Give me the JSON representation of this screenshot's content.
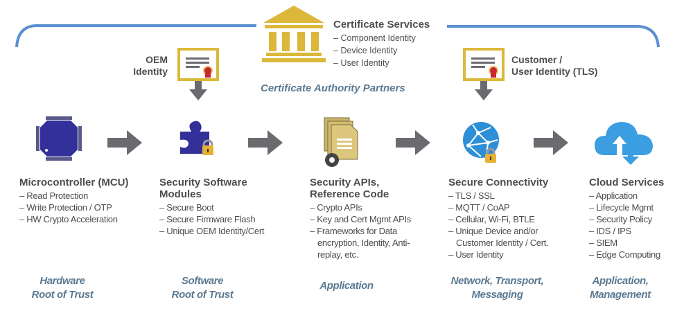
{
  "certificate_services": {
    "title": "Certificate Services",
    "items": [
      "Component Identity",
      "Device Identity",
      "User Identity"
    ],
    "icon": "bank-building-icon"
  },
  "ca_partners_label": "Certificate Authority Partners",
  "oem_identity": {
    "label_line1": "OEM",
    "label_line2": "Identity",
    "icon": "certificate-icon"
  },
  "customer_identity": {
    "label_line1": "Customer /",
    "label_line2": "User Identity (TLS)",
    "icon": "certificate-icon"
  },
  "stages": [
    {
      "icon": "microcontroller-chip-icon",
      "title_lines": [
        "Microcontroller (MCU)"
      ],
      "items": [
        "Read Protection",
        "Write Protection / OTP",
        "HW Crypto Acceleration"
      ],
      "category_lines": [
        "Hardware",
        "Root of Trust"
      ]
    },
    {
      "icon": "puzzle-lock-icon",
      "title_lines": [
        "Security Software",
        "Modules"
      ],
      "items": [
        "Secure Boot",
        "Secure Firmware Flash",
        "Unique OEM Identity/Cert"
      ],
      "category_lines": [
        "Software",
        "Root of Trust"
      ]
    },
    {
      "icon": "documents-gear-icon",
      "title_lines": [
        "Security APIs,",
        "Reference Code"
      ],
      "items": [
        "Crypto APIs",
        "Key and Cert Mgmt APIs",
        "Frameworks for Data encryption, Identity, Anti-replay, etc."
      ],
      "category_lines": [
        "Application"
      ]
    },
    {
      "icon": "network-globe-lock-icon",
      "title_lines": [
        "Secure Connectivity"
      ],
      "items": [
        "TLS / SSL",
        "MQTT / CoAP",
        "Cellular, Wi-Fi, BTLE",
        "Unique Device and/or Customer Identity / Cert.",
        "User Identity"
      ],
      "category_lines": [
        "Network, Transport,",
        "Messaging"
      ]
    },
    {
      "icon": "cloud-upload-download-icon",
      "title_lines": [
        "Cloud Services"
      ],
      "items": [
        "Application",
        "Lifecycle Mgmt",
        "Security Policy",
        "IDS / IPS",
        "SIEM",
        "Edge Computing"
      ],
      "category_lines": [
        "Application,",
        "Management"
      ]
    }
  ],
  "colors": {
    "bracket_blue": "#5b8fd0",
    "gold": "#dbb83a",
    "chip_purple": "#33309a",
    "arrow_gray": "#6b6b6f",
    "globe_blue": "#2d8fd8",
    "cloud_blue": "#3a9ee0",
    "category_text": "#5b7a92"
  }
}
